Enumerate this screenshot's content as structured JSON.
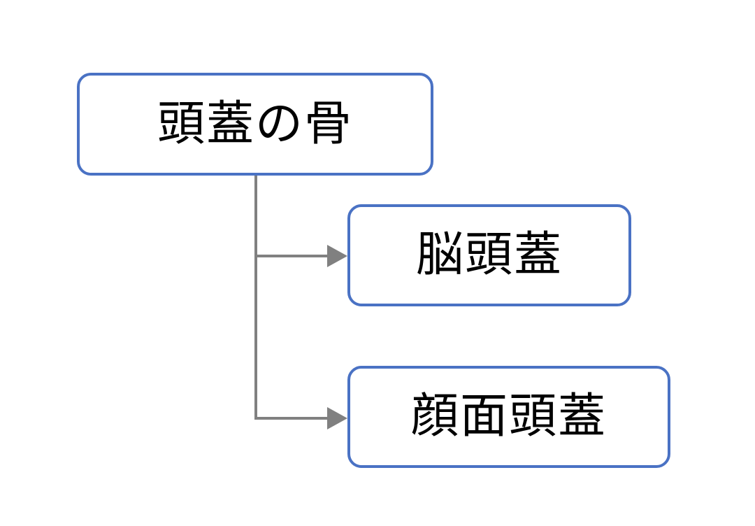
{
  "diagram": {
    "root": {
      "label": "頭蓋の骨"
    },
    "children": [
      {
        "label": "脳頭蓋"
      },
      {
        "label": "顔面頭蓋"
      }
    ]
  },
  "colors": {
    "node_border": "#4a72c4",
    "connector": "#808080",
    "text": "#000000",
    "background": "#ffffff"
  }
}
